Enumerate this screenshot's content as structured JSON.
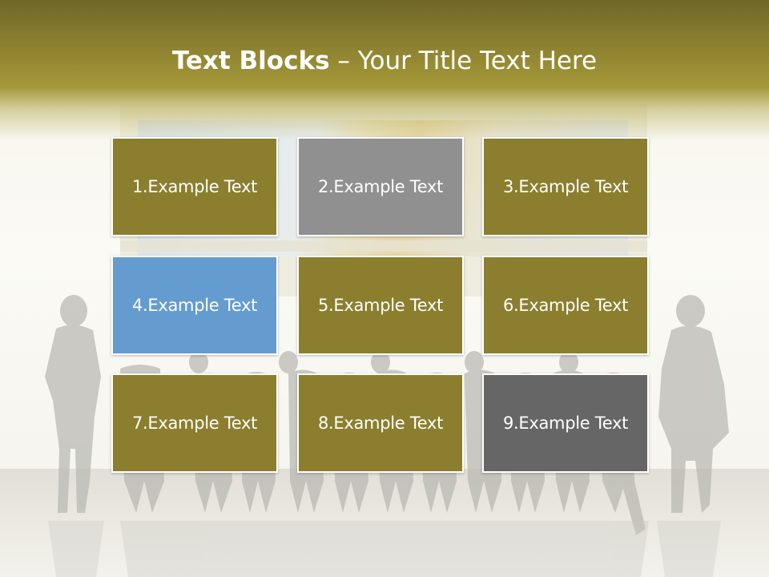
{
  "title": {
    "bold": "Text Blocks",
    "dash": " – ",
    "rest": "Your Title Text Here"
  },
  "colors": {
    "olive": "#8b7e2e",
    "gray": "#909090",
    "blue": "#659ccf",
    "dark_gray": "#666666",
    "header": "#8a7f2f"
  },
  "blocks": [
    {
      "label": "1.Example Text",
      "color": "#8b7e2e"
    },
    {
      "label": "2.Example Text",
      "color": "#909090"
    },
    {
      "label": "3.Example Text",
      "color": "#8b7e2e"
    },
    {
      "label": "4.Example Text",
      "color": "#659ccf"
    },
    {
      "label": "5.Example Text",
      "color": "#8b7e2e"
    },
    {
      "label": "6.Example Text",
      "color": "#8b7e2e"
    },
    {
      "label": "7.Example Text",
      "color": "#8b7e2e"
    },
    {
      "label": "8.Example Text",
      "color": "#8b7e2e"
    },
    {
      "label": "9.Example Text",
      "color": "#666666"
    }
  ]
}
